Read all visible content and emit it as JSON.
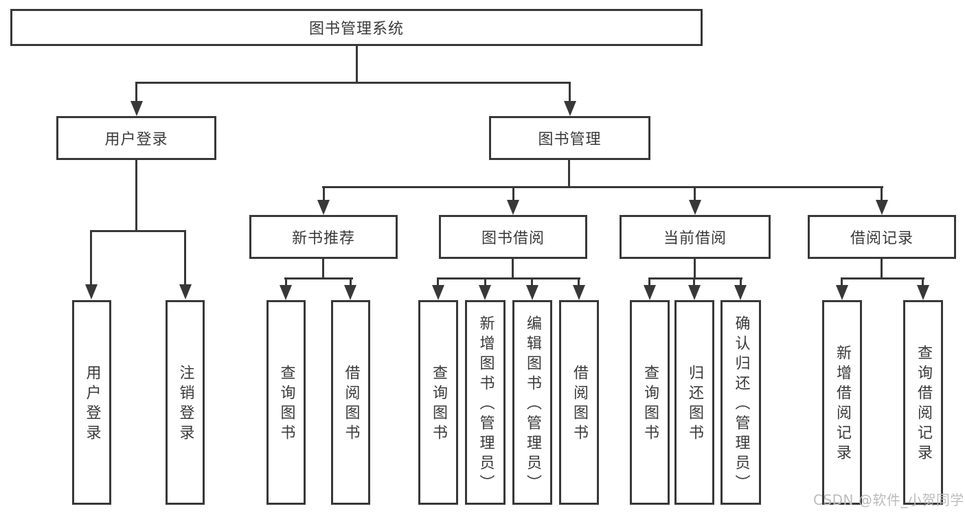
{
  "tree": {
    "label": "图书管理系统",
    "children": [
      {
        "label": "用户登录",
        "children": [
          {
            "label": "用户登录"
          },
          {
            "label": "注销登录"
          }
        ]
      },
      {
        "label": "图书管理",
        "children": [
          {
            "label": "新书推荐",
            "children": [
              {
                "label": "查询图书"
              },
              {
                "label": "借阅图书"
              }
            ]
          },
          {
            "label": "图书借阅",
            "children": [
              {
                "label": "查询图书"
              },
              {
                "label": "新增图书（管理员）"
              },
              {
                "label": "编辑图书（管理员）"
              },
              {
                "label": "借阅图书"
              }
            ]
          },
          {
            "label": "当前借阅",
            "children": [
              {
                "label": "查询图书"
              },
              {
                "label": "归还图书"
              },
              {
                "label": "确认归还（管理员）"
              }
            ]
          },
          {
            "label": "借阅记录",
            "children": [
              {
                "label": "新增借阅记录"
              },
              {
                "label": "查询借阅记录"
              }
            ]
          }
        ]
      }
    ]
  },
  "watermark": {
    "text": "CSDN @软件_小贺同学",
    "color": "#bcbcbc"
  },
  "colors": {
    "background": "#ffffff",
    "line": "#383838",
    "box_border": "#383838",
    "box_fill": "#ffffff",
    "text": "#3a3a3a"
  }
}
